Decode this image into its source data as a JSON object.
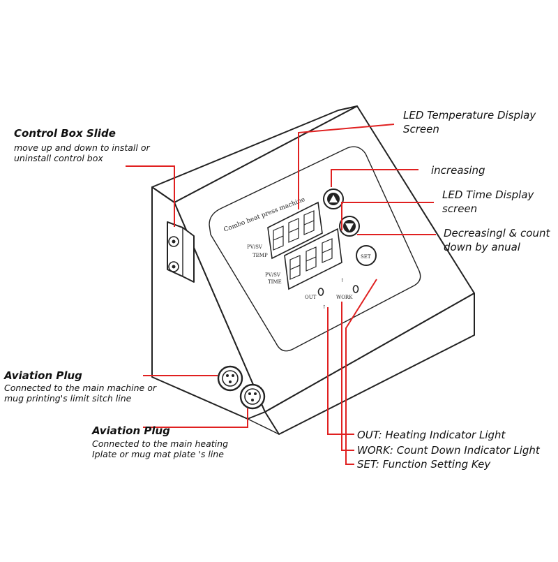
{
  "labels": {
    "control_box_slide": {
      "title": "Control Box Slide",
      "line1": "move up and down to install or",
      "line2": "uninstall control box"
    },
    "aviation_plug_1": {
      "title": "Aviation Plug",
      "line1": "Connected to the main machine or",
      "line2": "mug printing's limit sitch line"
    },
    "aviation_plug_2": {
      "title": "Aviation Plug",
      "line1": "Connected to the main heating",
      "line2": "Iplate or mug mat plate 's line"
    },
    "led_temp": {
      "line1": "LED Temperature Display",
      "line2": "Screen"
    },
    "increasing": {
      "line1": "increasing"
    },
    "led_time": {
      "line1": "LED Time Display",
      "line2": "screen"
    },
    "decreasing": {
      "line1": "Decreasingl & count",
      "line2": "down by anual"
    },
    "out": {
      "line1": "OUT: Heating Indicator Light"
    },
    "work": {
      "line1": "WORK: Count Down Indicator Light"
    },
    "set": {
      "line1": "SET: Function Setting Key"
    }
  },
  "panel": {
    "header": "Combo heat press machine",
    "pv_sv": "PV/SV",
    "temp": "TEMP",
    "pv_sv_time": "PV/SV",
    "time": "TIME",
    "set_key": "SET",
    "out": "OUT",
    "work": "WORK"
  },
  "colors": {
    "leader": "#e02020",
    "outline": "#222222"
  }
}
